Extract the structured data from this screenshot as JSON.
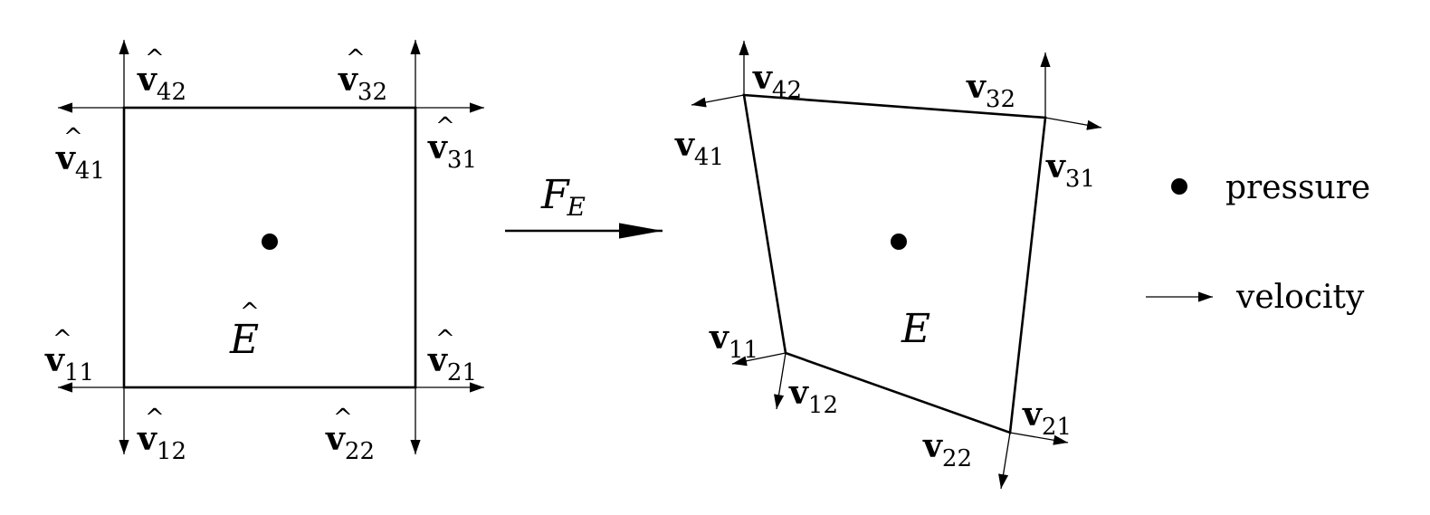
{
  "reference_element": {
    "label_base": "E",
    "label_hat": "^",
    "velocity_labels": [
      {
        "base": "v",
        "hat": "^",
        "sub": "42"
      },
      {
        "base": "v",
        "hat": "^",
        "sub": "32"
      },
      {
        "base": "v",
        "hat": "^",
        "sub": "41"
      },
      {
        "base": "v",
        "hat": "^",
        "sub": "31"
      },
      {
        "base": "v",
        "hat": "^",
        "sub": "11"
      },
      {
        "base": "v",
        "hat": "^",
        "sub": "21"
      },
      {
        "base": "v",
        "hat": "^",
        "sub": "12"
      },
      {
        "base": "v",
        "hat": "^",
        "sub": "22"
      }
    ]
  },
  "mapping": {
    "label_base": "F",
    "label_sub": "E"
  },
  "physical_element": {
    "label": "E",
    "velocity_labels": [
      {
        "base": "v",
        "sub": "42"
      },
      {
        "base": "v",
        "sub": "32"
      },
      {
        "base": "v",
        "sub": "41"
      },
      {
        "base": "v",
        "sub": "31"
      },
      {
        "base": "v",
        "sub": "11"
      },
      {
        "base": "v",
        "sub": "12"
      },
      {
        "base": "v",
        "sub": "21"
      },
      {
        "base": "v",
        "sub": "22"
      }
    ]
  },
  "legend": {
    "pressure": "pressure",
    "velocity": "velocity"
  }
}
